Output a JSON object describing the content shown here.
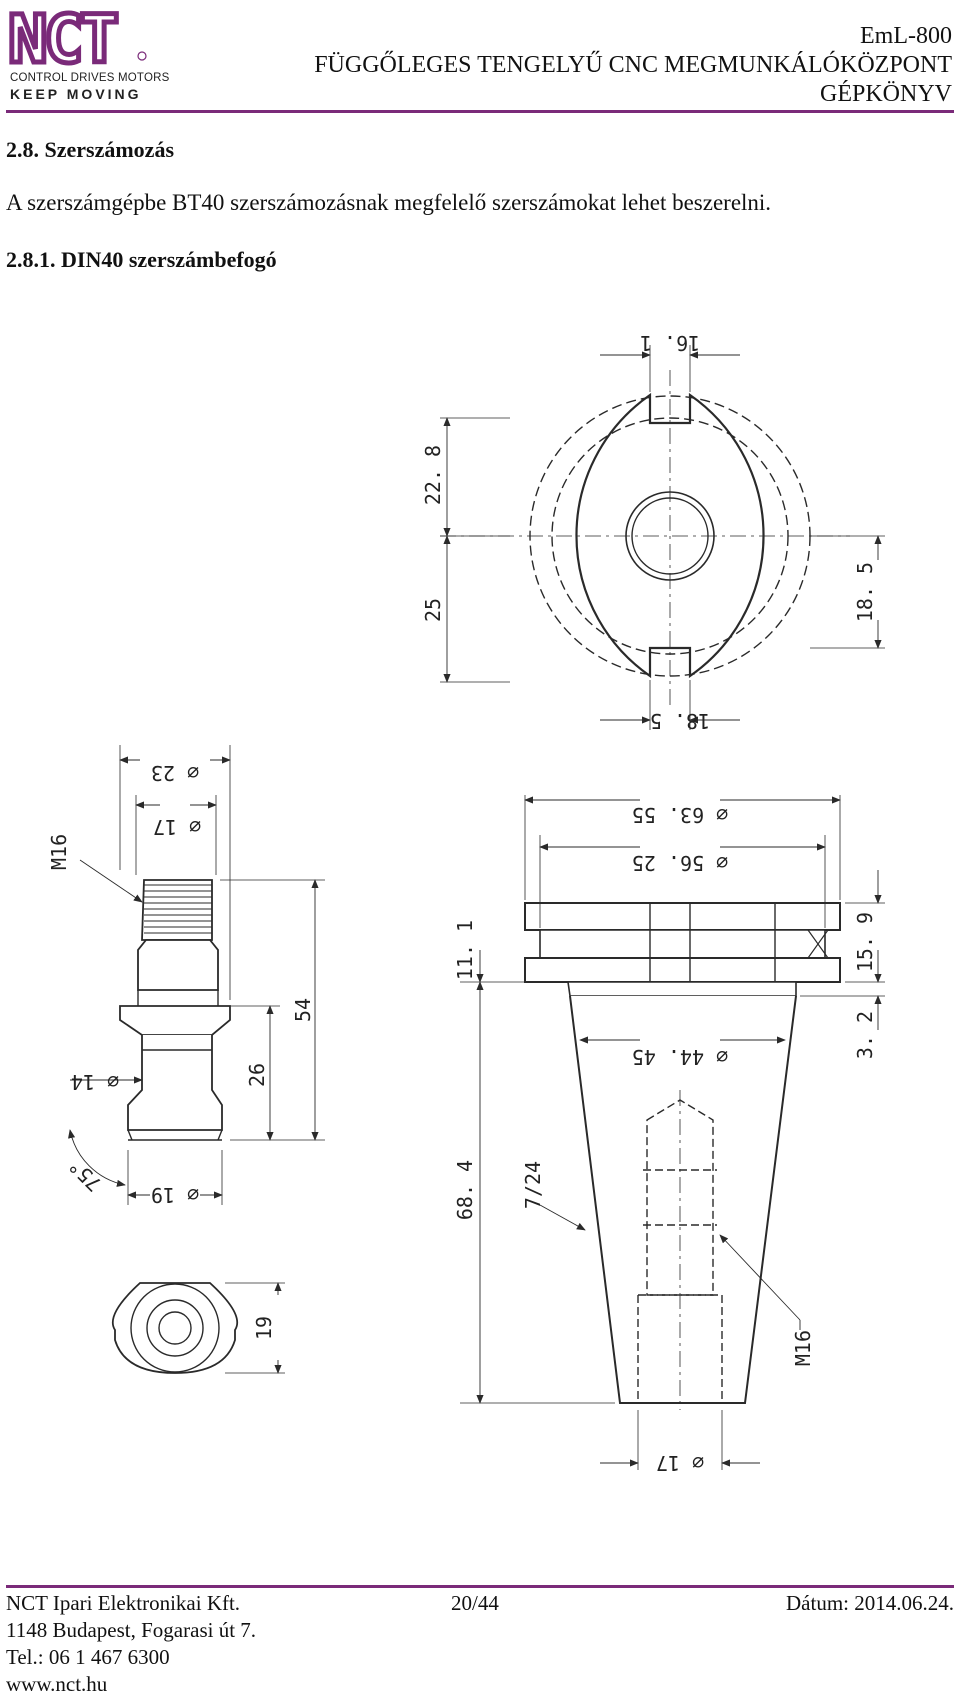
{
  "header": {
    "logo_text": "NCT",
    "logo_tagline": "CONTROL DRIVES MOTORS",
    "logo_slogan": "KEEP MOVING",
    "doc_code": "EmL-800",
    "title_line1": "FÜGGŐLEGES TENGELYŰ CNC MEGMUNKÁLÓKÖZPONT",
    "title_line2": "GÉPKÖNYV"
  },
  "section": {
    "title": "2.8. Szerszámozás",
    "intro": "A szerszámgépbe BT40 szerszámozásnak megfelelő szerszámokat lehet beszerelni.",
    "subsection_title": "2.8.1.  DIN40 szerszámbefogó"
  },
  "drawing": {
    "top_view": {
      "dim_slot": "16. 1",
      "dim_upper": "22. 8",
      "dim_lower": "25",
      "dim_right": "18. 5",
      "dim_bottom": "18. 5"
    },
    "pull_stud": {
      "thread": "M16",
      "d23": "⌀ 23",
      "d17": "⌀ 17",
      "len54": "54",
      "len26": "26",
      "d14": "⌀ 14",
      "angle": "75°",
      "d19": "⌀ 19",
      "end_dim": "19"
    },
    "holder": {
      "d6355": "⌀ 63. 55",
      "d5625": "⌀ 56. 25",
      "d4445": "⌀ 44. 45",
      "dim111": "11. 1",
      "dim684": "68. 4",
      "dim159": "15. 9",
      "dim32": "3. 2",
      "taper": "7/24",
      "thread": "M16",
      "d17": "⌀ 17"
    }
  },
  "footer": {
    "company": "NCT Ipari Elektronikai Kft.",
    "page": "20/44",
    "date": "Dátum: 2014.06.24.",
    "address": "1148 Budapest, Fogarasi út 7.",
    "phone": "Tel.: 06 1 467 6300",
    "web": "www.nct.hu"
  },
  "colors": {
    "accent": "#7a2a79",
    "logo": "#7a2a79",
    "drawing_line": "#2a2a2a"
  }
}
